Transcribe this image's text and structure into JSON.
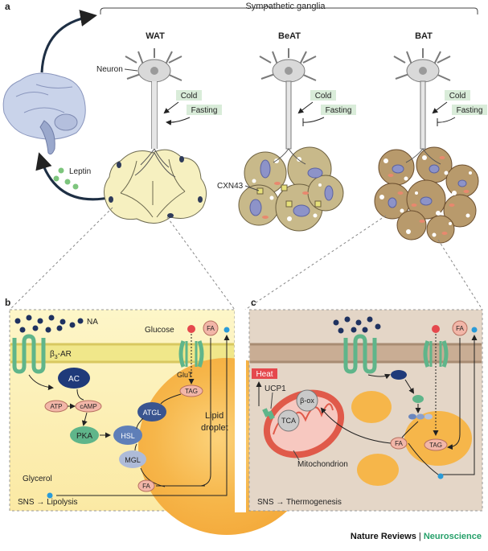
{
  "panel_a": {
    "letter": "a",
    "sympathetic": "Sympathetic ganglia",
    "wat": "WAT",
    "beat": "BeAT",
    "bat": "BAT",
    "neuron": "Neuron",
    "cold": "Cold",
    "fasting": "Fasting",
    "leptin": "Leptin",
    "cxn43": "CXN43"
  },
  "panel_b": {
    "letter": "b",
    "na": "NA",
    "b3ar_main": "β",
    "b3ar_sub": "3",
    "b3ar_suffix": "-AR",
    "glucose": "Glucose",
    "glut": "GluT",
    "fa": "FA",
    "ac": "AC",
    "atp": "ATP",
    "camp": "cAMP",
    "tag": "TAG",
    "pka": "PKA",
    "atgl": "ATGL",
    "hsl": "HSL",
    "mgl": "MGL",
    "lipid1": "Lipid",
    "lipid2": "droplet",
    "glycerol": "Glycerol",
    "caption": "SNS → Lipolysis"
  },
  "panel_c": {
    "letter": "c",
    "heat": "Heat",
    "ucp1": "UCP1",
    "box": "β-ox",
    "tca": "TCA",
    "fa": "FA",
    "tag": "TAG",
    "mito": "Mitochondrion",
    "caption": "SNS → Thermogenesis"
  },
  "footer": {
    "journal": "Nature Reviews",
    "sep": " | ",
    "section": "Neuroscience"
  },
  "colors": {
    "neuron": "#d9d9d9",
    "wat": "#f6f0c0",
    "beat": "#c8b98a",
    "bat": "#b89a6c",
    "label_green": "#d9ecd9",
    "na_dot": "#1f3260",
    "ac": "#1f3a7a",
    "pka": "#5fb58a",
    "atgl": "#3a5590",
    "hsl": "#5f7fb8",
    "mgl": "#aebbd8",
    "fa_pink": "#f2b6a8",
    "heat": "#e5484d",
    "mito": "#e05a4a"
  }
}
